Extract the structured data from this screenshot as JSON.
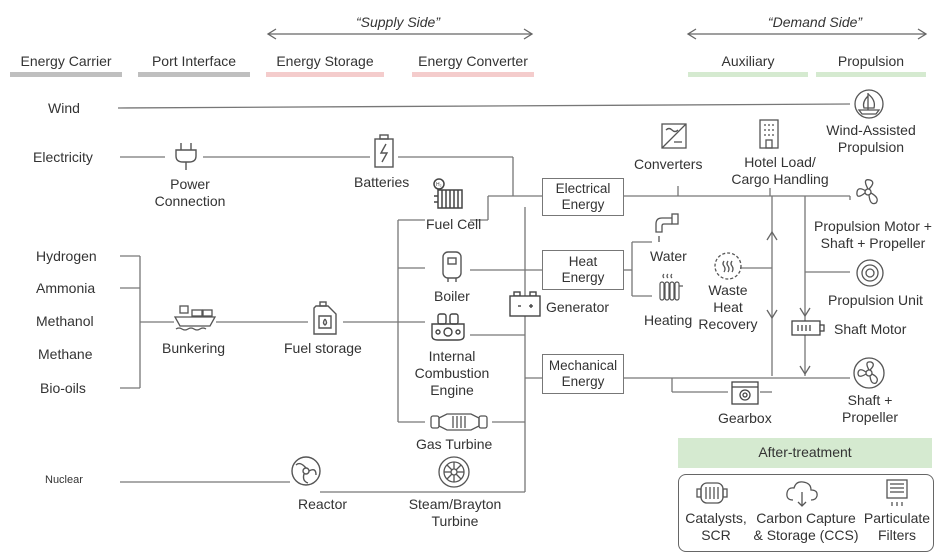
{
  "sides": {
    "supply": "“Supply Side”",
    "demand": "“Demand Side”"
  },
  "columns": {
    "energy_carrier": "Energy Carrier",
    "port_interface": "Port Interface",
    "energy_storage": "Energy Storage",
    "energy_converter": "Energy Converter",
    "auxiliary": "Auxiliary",
    "propulsion": "Propulsion"
  },
  "colors": {
    "gray_bar": "#bfbfbf",
    "pink_bar": "#f4cccc",
    "green_bar": "#d5ead0",
    "line": "#777777"
  },
  "carriers": {
    "wind": "Wind",
    "electricity": "Electricity",
    "hydrogen": "Hydrogen",
    "ammonia": "Ammonia",
    "methanol": "Methanol",
    "methane": "Methane",
    "bio_oils": "Bio-oils",
    "nuclear": "Nuclear"
  },
  "port": {
    "power_connection": "Power\nConnection",
    "bunkering": "Bunkering"
  },
  "storage": {
    "batteries": "Batteries",
    "fuel_storage": "Fuel storage"
  },
  "converters": {
    "fuel_cell": "Fuel Cell",
    "boiler": "Boiler",
    "ice": "Internal\nCombustion\nEngine",
    "gas_turbine": "Gas Turbine",
    "reactor": "Reactor",
    "steam_turbine": "Steam/Brayton\nTurbine",
    "generator": "Generator"
  },
  "energy_boxes": {
    "electrical": "Electrical\nEnergy",
    "heat": "Heat\nEnergy",
    "mechanical": "Mechanical\nEnergy"
  },
  "auxiliary": {
    "converters": "Converters",
    "hotel_load": "Hotel Load/\nCargo Handling",
    "water": "Water",
    "heating": "Heating",
    "waste_heat": "Waste\nHeat\nRecovery",
    "gearbox": "Gearbox"
  },
  "propulsion": {
    "wind_assisted": "Wind-Assisted\nPropulsion",
    "motor_shaft": "Propulsion Motor +\nShaft + Propeller",
    "prop_unit": "Propulsion Unit",
    "shaft_motor": "Shaft Motor",
    "shaft_propeller": "Shaft +\nPropeller"
  },
  "after_treatment": {
    "title": "After-treatment",
    "catalysts": "Catalysts,\nSCR",
    "ccs": "Carbon Capture\n& Storage (CCS)",
    "filters": "Particulate\nFilters"
  },
  "icons": [
    "plug-icon",
    "battery-icon",
    "fuel-cell-icon",
    "boiler-icon",
    "engine-icon",
    "gas-turbine-icon",
    "reactor-icon",
    "steam-turbine-icon",
    "generator-icon",
    "ship-icon",
    "jerrycan-icon",
    "converter-icon",
    "building-icon",
    "faucet-icon",
    "radiator-icon",
    "recycle-icon",
    "gearbox-icon",
    "sailboat-icon",
    "fan-icon",
    "propulsion-unit-icon",
    "shaft-motor-icon",
    "catalyst-icon",
    "cloud-icon",
    "filter-icon"
  ]
}
